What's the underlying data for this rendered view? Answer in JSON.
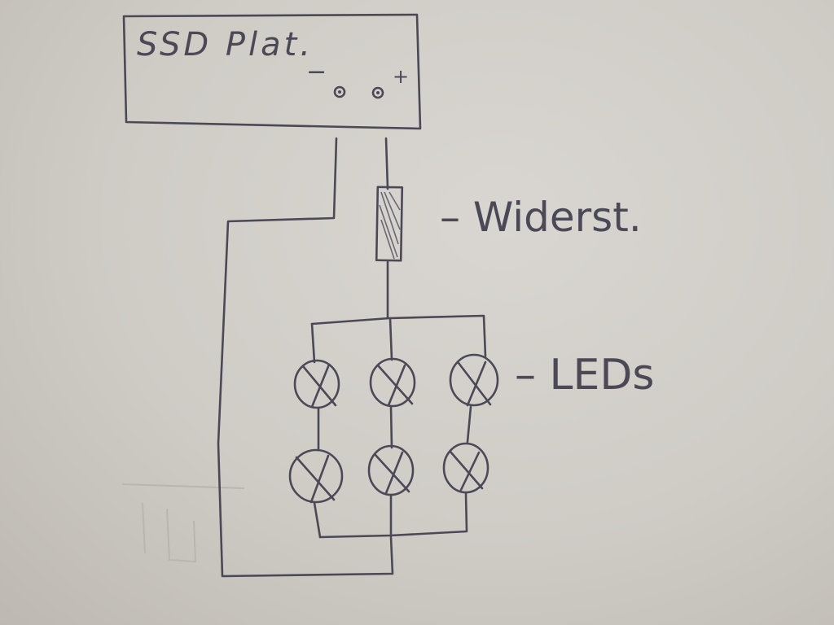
{
  "diagram": {
    "box_label": "SSD Plat.",
    "minus_sign": "−",
    "plus_sign": "+",
    "resistor_label": "– Widerst.",
    "leds_label": "– LEDs",
    "led_rows": 2,
    "led_columns": 3,
    "ink_color": "#4a4955",
    "paper_color": "#d6d3ce"
  }
}
